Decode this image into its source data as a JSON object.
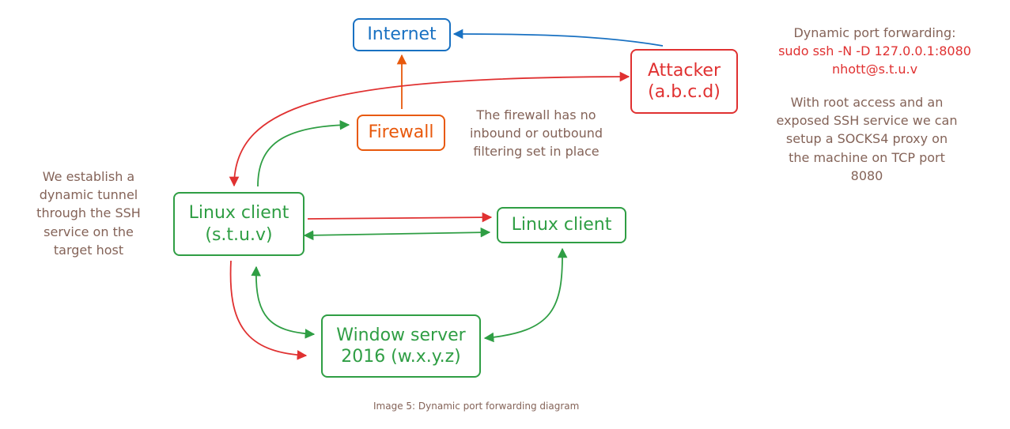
{
  "colors": {
    "blue": "#1971c2",
    "orange": "#e8590c",
    "red": "#e03131",
    "green": "#2f9e44",
    "note": "#846358"
  },
  "nodes": {
    "internet": {
      "line1": "Internet"
    },
    "firewall": {
      "line1": "Firewall"
    },
    "attacker": {
      "line1": "Attacker",
      "line2": "(a.b.c.d)"
    },
    "linux_client_main": {
      "line1": "Linux client",
      "line2": "(s.t.u.v)"
    },
    "linux_client_other": {
      "line1": "Linux client"
    },
    "windows_server": {
      "line1": "Window server",
      "line2": "2016 (w.x.y.z)"
    }
  },
  "notes": {
    "firewall": [
      "The firewall has no",
      "inbound or outbound",
      "filtering set in place"
    ],
    "tunnel": [
      "We establish a",
      "dynamic tunnel",
      "through the SSH",
      "service on the",
      "target host"
    ],
    "forwarding_title": "Dynamic port forwarding:",
    "forwarding_command": [
      "sudo ssh -N -D 127.0.0.1:8080",
      "nhott@s.t.u.v"
    ],
    "socks": [
      "With root access and an",
      "exposed SSH service we can",
      "setup a SOCKS4 proxy on",
      "the machine on TCP port",
      "8080"
    ]
  },
  "caption": "Image 5: Dynamic port forwarding diagram"
}
